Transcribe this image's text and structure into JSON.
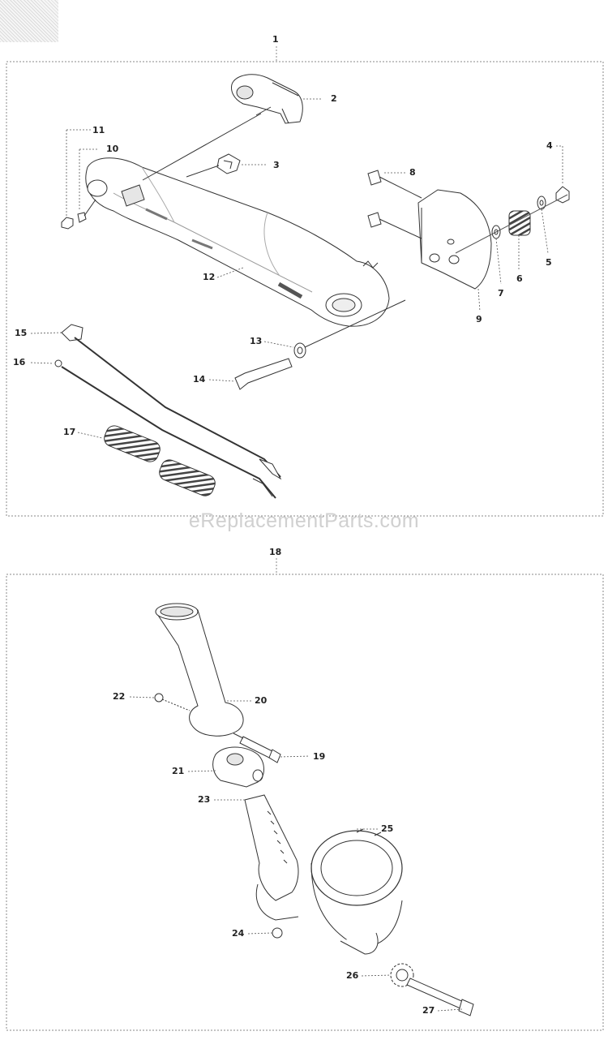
{
  "watermark": "eReplacementParts.com",
  "sections": [
    {
      "id": "1",
      "callouts": [
        "2",
        "3",
        "4",
        "5",
        "6",
        "7",
        "8",
        "9",
        "10",
        "11",
        "12",
        "13",
        "14",
        "15",
        "16",
        "17"
      ]
    },
    {
      "id": "18",
      "callouts": [
        "19",
        "20",
        "21",
        "22",
        "23",
        "24",
        "25",
        "26",
        "27"
      ]
    }
  ],
  "labels": {
    "l1": "1",
    "l2": "2",
    "l3": "3",
    "l4": "4",
    "l5": "5",
    "l6": "6",
    "l7": "7",
    "l8": "8",
    "l9": "9",
    "l10": "10",
    "l11": "11",
    "l12": "12",
    "l13": "13",
    "l14": "14",
    "l15": "15",
    "l16": "16",
    "l17": "17",
    "l18": "18",
    "l19": "19",
    "l20": "20",
    "l21": "21",
    "l22": "22",
    "l23": "23",
    "l24": "24",
    "l25": "25",
    "l26": "26",
    "l27": "27"
  },
  "colors": {
    "line": "#333333",
    "fill": "#ffffff",
    "shade": "#e2e2e2",
    "dash": "#777777"
  }
}
